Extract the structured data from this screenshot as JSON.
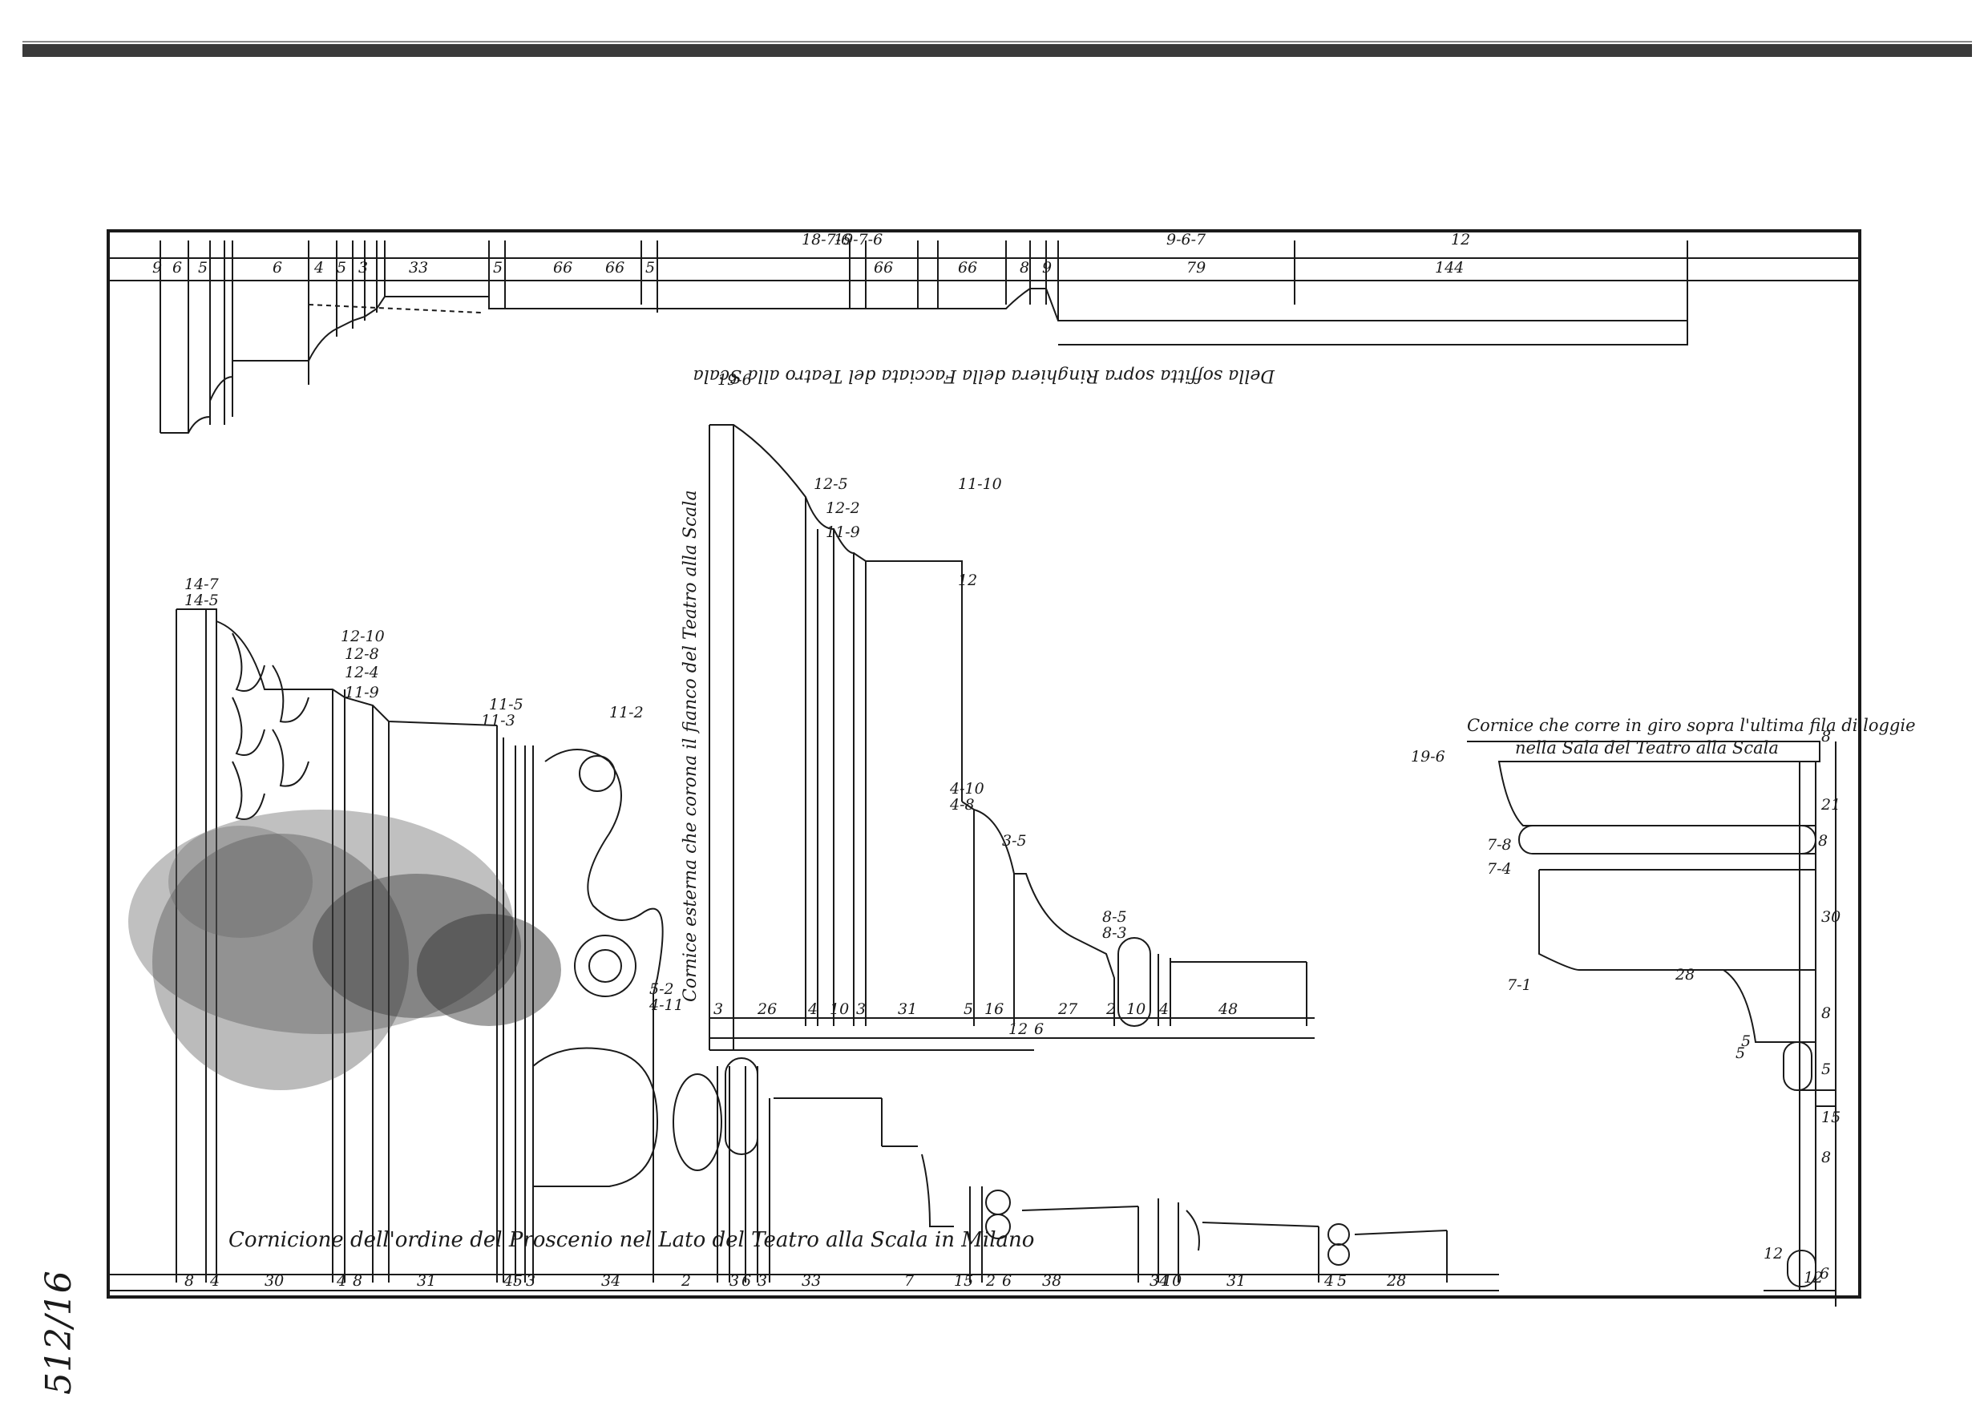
{
  "sheet": {
    "number": "512/16"
  },
  "captions": {
    "main": "Cornicione dell'ordine del Proscenio nel Lato del Teatro alla Scala in Milano",
    "top_inverted": "Della soffitta sopra Ringhiera della Facciata del Teatro alla Scala",
    "middle_vertical": "Cornice esterna che corona il fianco del Teatro alla Scala",
    "right_line1": "Cornice che corre in giro sopra l'ultima fila di loggie",
    "right_line2": "nella Sala del Teatro alla Scala"
  },
  "dimensions": {
    "bottom_row": [
      "8",
      "4",
      "30",
      "4",
      "8",
      "31",
      "4",
      "5",
      "3",
      "34",
      "2",
      "3",
      "6",
      "3",
      "33",
      "7",
      "15",
      "2",
      "6",
      "38",
      "34",
      "10",
      "31",
      "4",
      "5",
      "28"
    ],
    "middle_row": [
      "3",
      "26",
      "4",
      "10",
      "3",
      "31",
      "5",
      "16",
      "12",
      "6",
      "27",
      "2",
      "10",
      "4",
      "48"
    ],
    "top_row": [
      "9",
      "6",
      "5",
      "6",
      "4",
      "5",
      "3",
      "33",
      "5",
      "66",
      "66",
      "5",
      "66",
      "66",
      "8",
      "9",
      "79",
      "144"
    ],
    "top_heights": [
      "19-7-6",
      "18-7-6",
      "9-6-7",
      "12"
    ],
    "main_heights": [
      "14-7",
      "14-5",
      "12-10",
      "12-8",
      "12-4",
      "11-9",
      "11-5",
      "11-3",
      "11-2",
      "5-2",
      "4-11"
    ],
    "middle_heights": [
      "19-6",
      "12-5",
      "12-2",
      "11-9",
      "11-10",
      "12",
      "4-10",
      "4-8",
      "3-5",
      "8-5",
      "8-3"
    ],
    "right_heights": [
      "19-6",
      "7-8",
      "7-4",
      "7-1",
      "28",
      "5",
      "8",
      "12",
      "6",
      "12",
      "8",
      "21",
      "5",
      "30",
      "8",
      "5",
      "15",
      "8"
    ]
  }
}
